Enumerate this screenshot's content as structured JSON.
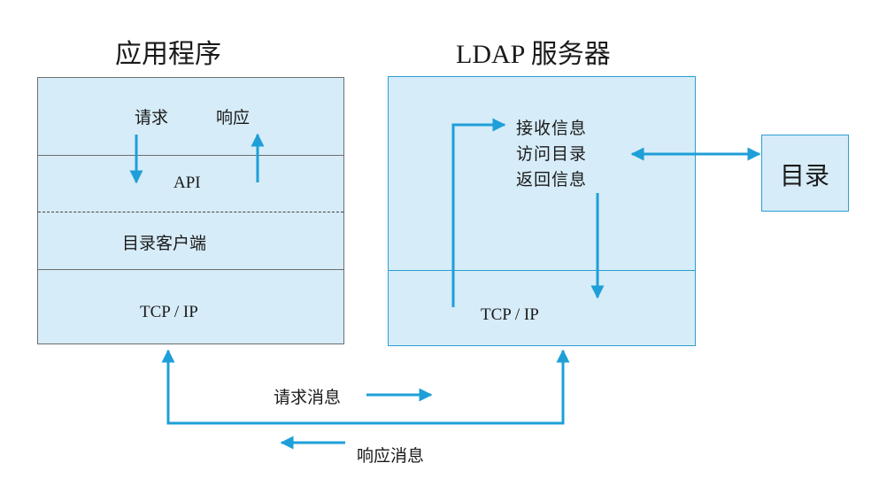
{
  "colors": {
    "box_fill": "#d6ecf8",
    "arrow": "#1e9fd8",
    "app_border": "#6d6d6d",
    "server_border": "#2b9ed3"
  },
  "application": {
    "title": "应用程序",
    "layers": {
      "top": {
        "request_label": "请求",
        "response_label": "响应"
      },
      "api": "API",
      "directory_client": "目录客户端",
      "tcpip": "TCP / IP"
    }
  },
  "ldap_server": {
    "title": "LDAP 服务器",
    "steps": [
      "接收信息",
      "访问目录",
      "返回信息"
    ],
    "tcpip": "TCP / IP"
  },
  "directory": {
    "label": "目录"
  },
  "network": {
    "request_message": "请求消息",
    "response_message": "响应消息"
  }
}
